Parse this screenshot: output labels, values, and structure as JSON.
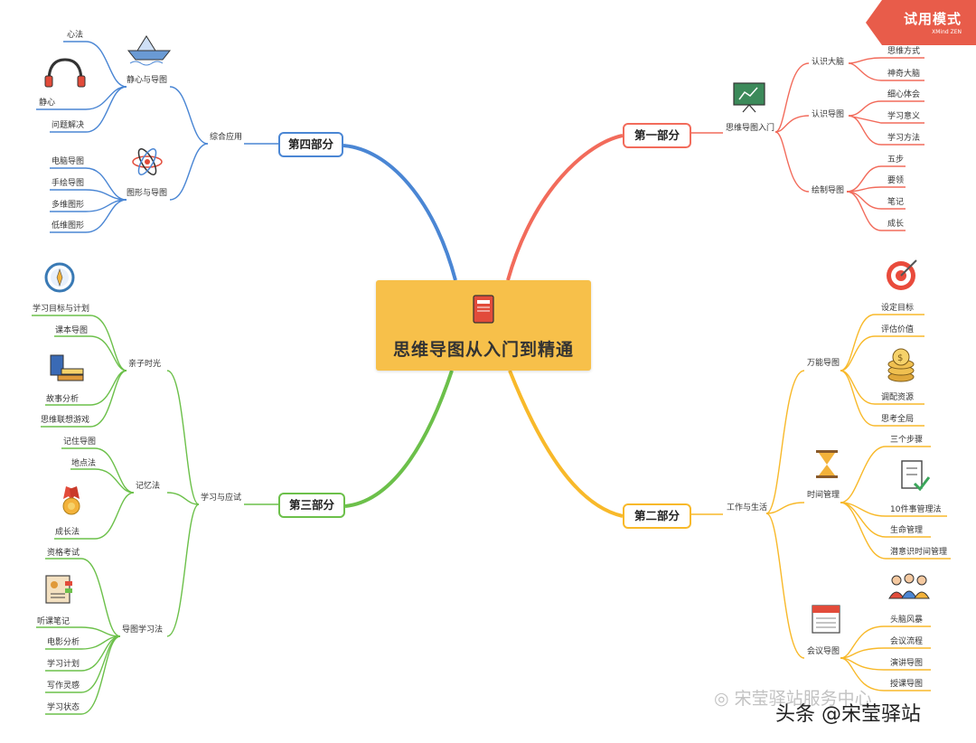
{
  "central_topic": "思维导图从入门到精通",
  "trial_badge": {
    "title": "试用模式",
    "subtitle": "XMind ZEN"
  },
  "watermarks": {
    "wechat": "宋莹驿站服务中心",
    "toutiao": "头条 @宋莹驿站"
  },
  "colors": {
    "part1": "#f26b5b",
    "part2": "#f8b92a",
    "part3": "#6cc04a",
    "part4": "#4a86d4",
    "center": "#f7c04a"
  },
  "branches": {
    "part1": {
      "label": "第一部分",
      "sub": "思维导图入门",
      "groups": [
        {
          "label": "认识大脑",
          "items": [
            "思维方式",
            "神奇大脑"
          ]
        },
        {
          "label": "认识导图",
          "items": [
            "细心体会",
            "学习意义",
            "学习方法"
          ]
        },
        {
          "label": "绘制导图",
          "items": [
            "五步",
            "要领",
            "笔记",
            "成长"
          ]
        }
      ]
    },
    "part2": {
      "label": "第二部分",
      "sub": "工作与生活",
      "groups": [
        {
          "label": "万能导图",
          "items": [
            "设定目标",
            "评估价值",
            "调配资源",
            "思考全局"
          ]
        },
        {
          "label": "时间管理",
          "items": [
            "三个步骤",
            "10件事管理法",
            "生命管理",
            "潜意识时间管理"
          ]
        },
        {
          "label": "会议导图",
          "items": [
            "头脑风暴",
            "会议流程",
            "演讲导图",
            "授课导图"
          ]
        }
      ]
    },
    "part3": {
      "label": "第三部分",
      "sub": "学习与应试",
      "groups": [
        {
          "label": "亲子时光",
          "items": [
            "学习目标与计划",
            "课本导图",
            "故事分析",
            "思维联想游戏"
          ]
        },
        {
          "label": "记忆法",
          "items": [
            "记住导图",
            "地点法",
            "成长法"
          ]
        },
        {
          "label": "导图学习法",
          "items": [
            "资格考试",
            "听课笔记",
            "电影分析",
            "学习计划",
            "写作灵感",
            "学习状态"
          ]
        }
      ]
    },
    "part4": {
      "label": "第四部分",
      "sub": "综合应用",
      "groups": [
        {
          "label": "静心与导图",
          "items": [
            "心法",
            "静心",
            "问题解决"
          ]
        },
        {
          "label": "图形与导图",
          "items": [
            "电脑导图",
            "手绘导图",
            "多维图形",
            "低维图形"
          ]
        }
      ]
    }
  }
}
